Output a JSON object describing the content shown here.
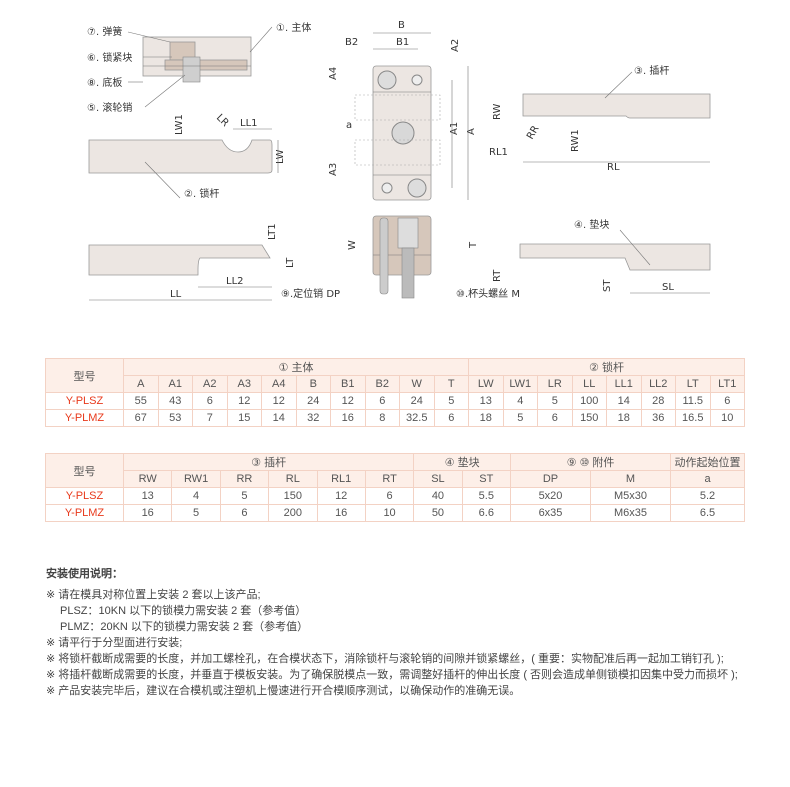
{
  "diagram": {
    "labels": {
      "spring": "⑦. 弹簧",
      "lock_block": "⑥. 锁紧块",
      "base": "⑧. 底板",
      "roller": "⑤. 滚轮销",
      "body": "①. 主体",
      "lock_bar": "②. 锁杆",
      "insert_bar": "③. 插杆",
      "pad": "④. 垫块",
      "pin": "⑨.定位销 DP",
      "screw": "⑩.杯头螺丝 M"
    },
    "dims": {
      "B": "B",
      "B1": "B1",
      "B2": "B2",
      "A": "A",
      "A1": "A1",
      "A2": "A2",
      "A3": "A3",
      "A4": "A4",
      "a": "a",
      "W": "W",
      "T": "T",
      "LW": "LW",
      "LW1": "LW1",
      "LR": "LR",
      "LL": "LL",
      "LL1": "LL1",
      "LL2": "LL2",
      "LT": "LT",
      "LT1": "LT1",
      "RW": "RW",
      "RW1": "RW1",
      "RR": "RR",
      "RL": "RL",
      "RL1": "RL1",
      "RT": "RT",
      "ST": "ST",
      "SL": "SL"
    }
  },
  "table1": {
    "model_header": "型号",
    "group1": "① 主体",
    "group2": "② 锁杆",
    "columns": [
      "A",
      "A1",
      "A2",
      "A3",
      "A4",
      "B",
      "B1",
      "B2",
      "W",
      "T",
      "LW",
      "LW1",
      "LR",
      "LL",
      "LL1",
      "LL2",
      "LT",
      "LT1"
    ],
    "rows": [
      {
        "model": "Y-PLSZ",
        "values": [
          "55",
          "43",
          "6",
          "12",
          "12",
          "24",
          "12",
          "6",
          "24",
          "5",
          "13",
          "4",
          "5",
          "100",
          "14",
          "28",
          "11.5",
          "6"
        ]
      },
      {
        "model": "Y-PLMZ",
        "values": [
          "67",
          "53",
          "7",
          "15",
          "14",
          "32",
          "16",
          "8",
          "32.5",
          "6",
          "18",
          "5",
          "6",
          "150",
          "18",
          "36",
          "16.5",
          "10"
        ]
      }
    ]
  },
  "table2": {
    "model_header": "型号",
    "group1": "③ 插杆",
    "group2": "④ 垫块",
    "group3": "⑨ ⑩ 附件",
    "group4": "动作起始位置",
    "columns": [
      "RW",
      "RW1",
      "RR",
      "RL",
      "RL1",
      "RT",
      "SL",
      "ST",
      "DP",
      "M",
      "a"
    ],
    "rows": [
      {
        "model": "Y-PLSZ",
        "values": [
          "13",
          "4",
          "5",
          "150",
          "12",
          "6",
          "40",
          "5.5",
          "5x20",
          "M5x30",
          "5.2"
        ]
      },
      {
        "model": "Y-PLMZ",
        "values": [
          "16",
          "5",
          "6",
          "200",
          "16",
          "10",
          "50",
          "6.6",
          "6x35",
          "M6x35",
          "6.5"
        ]
      }
    ]
  },
  "notes": {
    "title": "安装使用说明：",
    "lines": [
      "※ 请在模具对称位置上安装 2 套以上该产品;",
      "PLSZ：10KN 以下的锁模力需安装 2 套（参考值）",
      "PLMZ：20KN 以下的锁模力需安装 2 套（参考值）",
      "※ 请平行于分型面进行安装;",
      "※ 将锁杆截断成需要的长度，并加工螺栓孔，在合模状态下，消除锁杆与滚轮销的间隙并锁紧螺丝，( 重要：实物配准后再一起加工销钉孔 );",
      "※ 将插杆截断成需要的长度，并垂直于模板安装。为了确保脱模点一致，需调整好插杆的伸出长度 ( 否则会造成单侧锁模扣因集中受力而损坏 );",
      "※ 产品安装完毕后，建议在合模机或注塑机上慢速进行开合模顺序测试，以确保动作的准确无误。"
    ]
  },
  "colors": {
    "model": "#e8391b",
    "header_bg": "#fdefe8",
    "border": "#f3d2c4"
  }
}
